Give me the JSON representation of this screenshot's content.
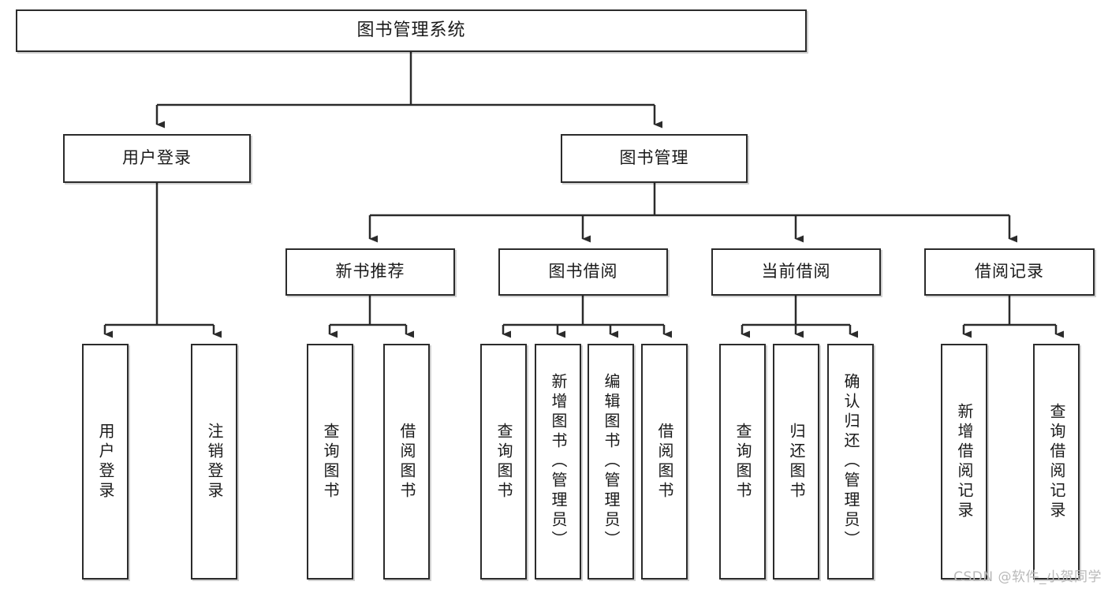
{
  "diagram": {
    "title": "图书管理系统",
    "type": "tree-hierarchy",
    "orientation": "top-down",
    "colors": {
      "box_border": "#2b2b2b",
      "box_fill": "#ffffff",
      "connector": "#2b2b2b",
      "text": "#1a1a1a",
      "watermark": "#b9b9b9",
      "background": "#ffffff"
    }
  },
  "root": {
    "label": "图书管理系统"
  },
  "level2": [
    {
      "label": "用户登录"
    },
    {
      "label": "图书管理"
    }
  ],
  "level3": [
    {
      "label": "新书推荐"
    },
    {
      "label": "图书借阅"
    },
    {
      "label": "当前借阅"
    },
    {
      "label": "借阅记录"
    }
  ],
  "leaves": {
    "user_login": [
      {
        "label": "用户登录"
      },
      {
        "label": "注销登录"
      }
    ],
    "new_book_recommend": [
      {
        "label": "查询图书"
      },
      {
        "label": "借阅图书"
      }
    ],
    "book_borrow": [
      {
        "label": "查询图书"
      },
      {
        "label": "新增图书（管理员）"
      },
      {
        "label": "编辑图书（管理员）"
      },
      {
        "label": "借阅图书"
      }
    ],
    "current_borrow": [
      {
        "label": "查询图书"
      },
      {
        "label": "归还图书"
      },
      {
        "label": "确认归还（管理员）"
      }
    ],
    "borrow_record": [
      {
        "label": "新增借阅记录"
      },
      {
        "label": "查询借阅记录"
      }
    ]
  },
  "watermark": {
    "text": "CSDN @软件_小贺同学"
  },
  "chart_data": {
    "type": "table",
    "title": "图书管理系统",
    "nodes": [
      {
        "id": "root",
        "label": "图书管理系统",
        "level": 0,
        "parent": null
      },
      {
        "id": "n1",
        "label": "用户登录",
        "level": 1,
        "parent": "root"
      },
      {
        "id": "n2",
        "label": "图书管理",
        "level": 1,
        "parent": "root"
      },
      {
        "id": "n1a",
        "label": "用户登录",
        "level": 2,
        "parent": "n1"
      },
      {
        "id": "n1b",
        "label": "注销登录",
        "level": 2,
        "parent": "n1"
      },
      {
        "id": "n2a",
        "label": "新书推荐",
        "level": 2,
        "parent": "n2"
      },
      {
        "id": "n2b",
        "label": "图书借阅",
        "level": 2,
        "parent": "n2"
      },
      {
        "id": "n2c",
        "label": "当前借阅",
        "level": 2,
        "parent": "n2"
      },
      {
        "id": "n2d",
        "label": "借阅记录",
        "level": 2,
        "parent": "n2"
      },
      {
        "id": "n2a1",
        "label": "查询图书",
        "level": 3,
        "parent": "n2a"
      },
      {
        "id": "n2a2",
        "label": "借阅图书",
        "level": 3,
        "parent": "n2a"
      },
      {
        "id": "n2b1",
        "label": "查询图书",
        "level": 3,
        "parent": "n2b"
      },
      {
        "id": "n2b2",
        "label": "新增图书（管理员）",
        "level": 3,
        "parent": "n2b"
      },
      {
        "id": "n2b3",
        "label": "编辑图书（管理员）",
        "level": 3,
        "parent": "n2b"
      },
      {
        "id": "n2b4",
        "label": "借阅图书",
        "level": 3,
        "parent": "n2b"
      },
      {
        "id": "n2c1",
        "label": "查询图书",
        "level": 3,
        "parent": "n2c"
      },
      {
        "id": "n2c2",
        "label": "归还图书",
        "level": 3,
        "parent": "n2c"
      },
      {
        "id": "n2c3",
        "label": "确认归还（管理员）",
        "level": 3,
        "parent": "n2c"
      },
      {
        "id": "n2d1",
        "label": "新增借阅记录",
        "level": 3,
        "parent": "n2d"
      },
      {
        "id": "n2d2",
        "label": "查询借阅记录",
        "level": 3,
        "parent": "n2d"
      }
    ]
  }
}
